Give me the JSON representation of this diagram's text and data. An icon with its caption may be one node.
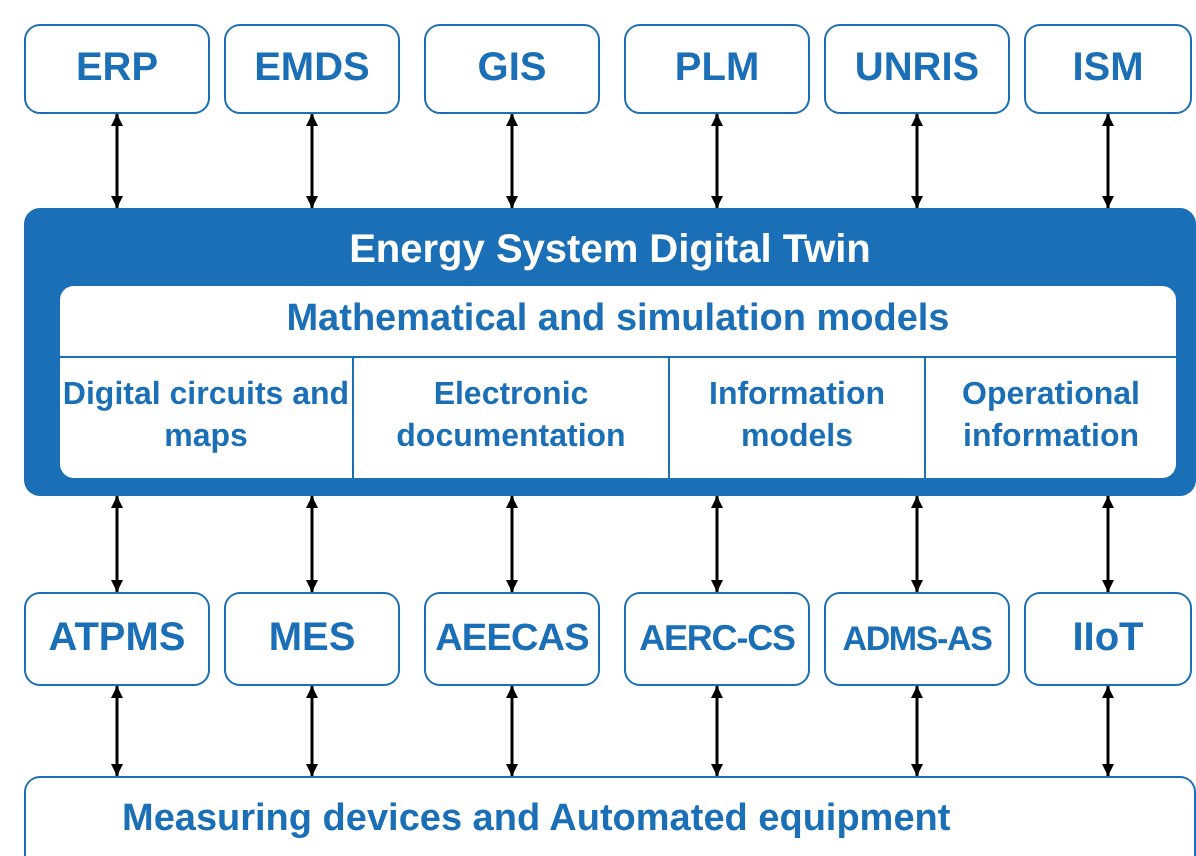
{
  "diagram": {
    "nodes": [
      {
        "text": [
          "ERP"
        ]
      },
      {
        "text": [
          "EMDS"
        ]
      },
      {
        "text": [
          "GIS"
        ]
      },
      {
        "text": [
          "PLM"
        ]
      },
      {
        "text": [
          "UNRIS"
        ]
      },
      {
        "text": [
          "ISM"
        ]
      },
      {
        "text": [
          "Energy System Digital Twin"
        ]
      },
      {
        "text": [
          "Mathematical and simulation models"
        ],
        "in": 6
      },
      {
        "text": [
          "Digital circuits and maps"
        ],
        "in": 7
      },
      {
        "text": [
          "Electronic documentation"
        ],
        "in": 7
      },
      {
        "text": [
          "Information models"
        ],
        "in": 7
      },
      {
        "text": [
          "Operational information"
        ],
        "in": 7
      },
      {
        "text": [
          "ATPMS"
        ]
      },
      {
        "text": [
          "MES"
        ]
      },
      {
        "text": [
          "AEECAS"
        ]
      },
      {
        "text": [
          "AERC-CS"
        ]
      },
      {
        "text": [
          "ADMS-AS"
        ]
      },
      {
        "text": [
          "IIoT"
        ]
      },
      {
        "text": [
          "Measuring devices and Automated equipment"
        ]
      }
    ],
    "edges": [
      {
        "from": 0,
        "to": 6,
        "arrow": "both"
      },
      {
        "from": 1,
        "to": 6,
        "arrow": "both"
      },
      {
        "from": 2,
        "to": 6,
        "arrow": "both"
      },
      {
        "from": 3,
        "to": 6,
        "arrow": "both"
      },
      {
        "from": 4,
        "to": 6,
        "arrow": "both"
      },
      {
        "from": 5,
        "to": 6,
        "arrow": "both"
      },
      {
        "from": 6,
        "to": 12,
        "arrow": "both"
      },
      {
        "from": 6,
        "to": 13,
        "arrow": "both"
      },
      {
        "from": 6,
        "to": 14,
        "arrow": "both"
      },
      {
        "from": 6,
        "to": 15,
        "arrow": "both"
      },
      {
        "from": 6,
        "to": 16,
        "arrow": "both"
      },
      {
        "from": 6,
        "to": 17,
        "arrow": "both"
      },
      {
        "from": 12,
        "to": 18,
        "arrow": "both"
      },
      {
        "from": 13,
        "to": 18,
        "arrow": "both"
      },
      {
        "from": 14,
        "to": 18,
        "arrow": "both"
      },
      {
        "from": 15,
        "to": 18,
        "arrow": "both"
      },
      {
        "from": 16,
        "to": 18,
        "arrow": "both"
      },
      {
        "from": 17,
        "to": 18,
        "arrow": "both"
      }
    ]
  }
}
